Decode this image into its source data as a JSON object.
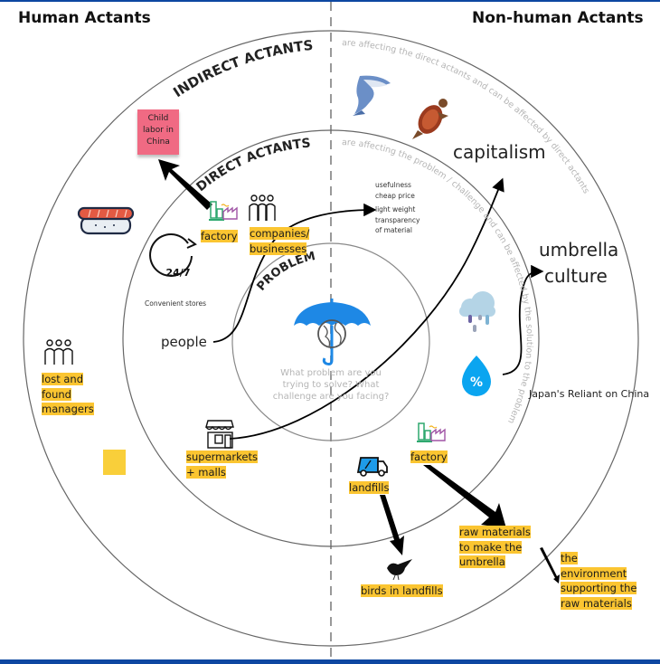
{
  "headings": {
    "human": "Human Actants",
    "non_human": "Non-human Actants"
  },
  "rings": {
    "indirect_label": "INDIRECT ACTANTS",
    "direct_label": "DIRECT ACTANTS",
    "problem_label": "PROBLEM",
    "indirect_caption": "are affecting the direct actants and can be affected by direct actants",
    "direct_caption": "are affecting the problem / challenge and can be affected by the solution to the problem / challenge",
    "problem_question": "What problem are you trying to solve? What challenge are you facing?"
  },
  "human_side": {
    "child_labor": [
      "Child",
      "labor in",
      "China"
    ],
    "factory": "factory",
    "companies": [
      "companies/",
      "businesses"
    ],
    "convenient_stores": "Convenient stores",
    "clock_badge": "24/7",
    "people": "people",
    "lost_found": [
      "lost and",
      "found",
      "managers"
    ],
    "supermarkets": [
      "supermarkets",
      "+ malls"
    ]
  },
  "non_human_side": {
    "properties": [
      "usefulness",
      "cheap price",
      "light weight",
      "transparency",
      "of material"
    ],
    "capitalism": "capitalism",
    "umbrella_culture": [
      "umbrella",
      "culture"
    ],
    "japan_reliant": "Japan's Reliant on China",
    "percent_symbol": "%",
    "factory": "factory",
    "landfills": "landfills",
    "raw_materials": [
      "raw materials",
      "to make the",
      "umbrella"
    ],
    "birds": "birds in landfills",
    "environment": [
      "the",
      "environment",
      "supporting the",
      "raw materials"
    ]
  },
  "icons": [
    "shark-icon",
    "sea-turtle-icon",
    "sushi-icon",
    "factory-icon",
    "people-group-icon",
    "clock-24-7-icon",
    "storefront-icon",
    "umbrella-icon",
    "globe-icon",
    "rain-cloud-icon",
    "humidity-drop-icon",
    "garbage-truck-icon",
    "bird-icon"
  ],
  "colors": {
    "highlight": "#fbc531",
    "sticky_pink": "#f06a83",
    "sticky_yellow": "#f9cf3a",
    "umbrella_blue": "#1e88e5",
    "frame_blue": "#0d47a1"
  }
}
